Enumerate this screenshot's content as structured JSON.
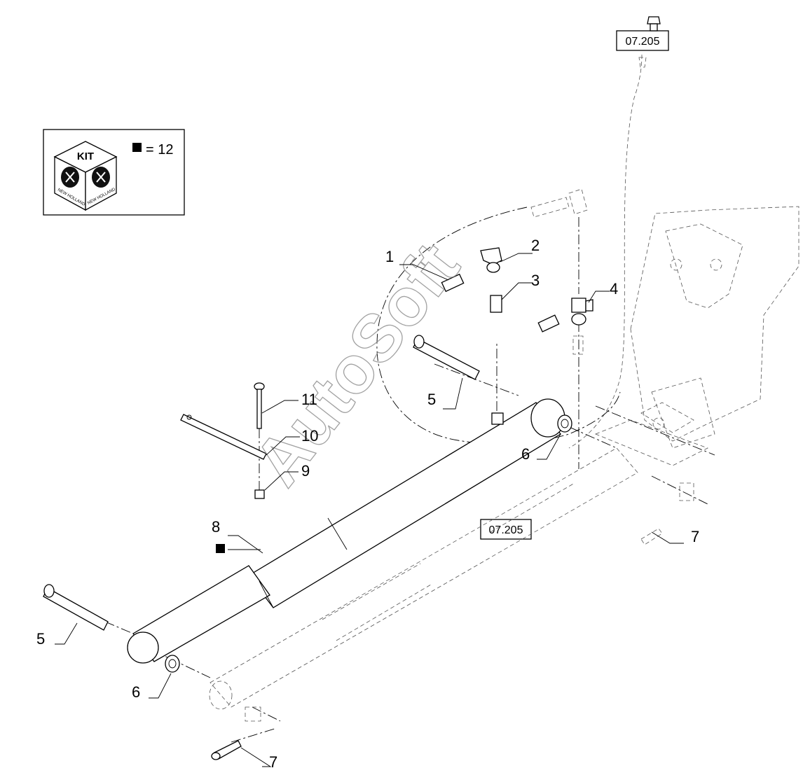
{
  "watermark": "AutoSoft",
  "kit_legend": {
    "kit_label": "KIT",
    "brand_text_left": "NEW HOLLAND",
    "brand_text_right": "NEW HOLLAND",
    "equals_text": "= 12"
  },
  "reference_boxes": [
    {
      "id": "ref-top",
      "text": "07.205"
    },
    {
      "id": "ref-mid",
      "text": "07.205"
    }
  ],
  "callouts": [
    {
      "id": "c1",
      "text": "1"
    },
    {
      "id": "c2",
      "text": "2"
    },
    {
      "id": "c3",
      "text": "3"
    },
    {
      "id": "c4",
      "text": "4"
    },
    {
      "id": "c5a",
      "text": "5"
    },
    {
      "id": "c6a",
      "text": "6"
    },
    {
      "id": "c7a",
      "text": "7"
    },
    {
      "id": "c8",
      "text": "8"
    },
    {
      "id": "c9",
      "text": "9"
    },
    {
      "id": "c10",
      "text": "10"
    },
    {
      "id": "c11",
      "text": "11"
    },
    {
      "id": "c5b",
      "text": "5"
    },
    {
      "id": "c6b",
      "text": "6"
    },
    {
      "id": "c7b",
      "text": "7"
    }
  ]
}
